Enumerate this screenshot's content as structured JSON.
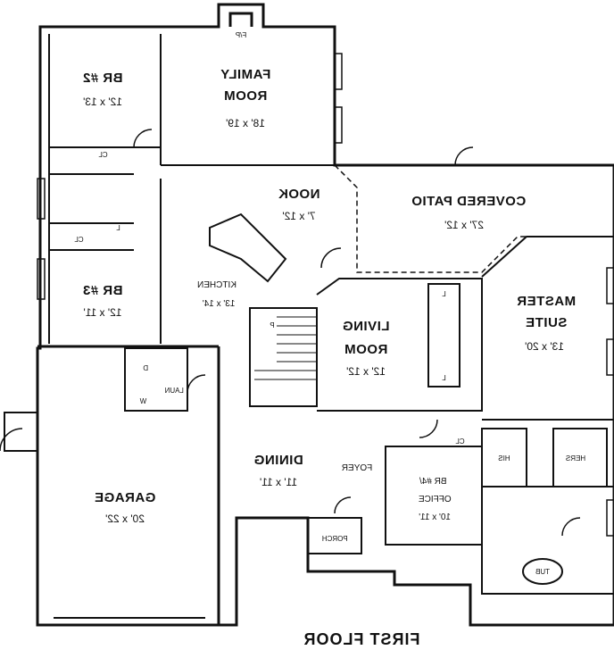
{
  "plan": {
    "title": "FIRST FLOOR",
    "rooms": {
      "br2": {
        "name": "BR #2",
        "dim": "12' x 13'"
      },
      "family": {
        "name1": "FAMILY",
        "name2": "ROOM",
        "dim": "18' x 19'"
      },
      "nook": {
        "name": "NOOK",
        "dim": "7' x 12'"
      },
      "patio": {
        "name": "COVERED PATIO",
        "dim": "27' x 12'"
      },
      "kitchen": {
        "name": "KITCHEN",
        "dim": "13' x 14'"
      },
      "br3": {
        "name": "BR #3",
        "dim": "12' x 11'"
      },
      "living": {
        "name1": "LIVING",
        "name2": "ROOM",
        "dim": "12' x 12'"
      },
      "master": {
        "name1": "MASTER",
        "name2": "SUITE",
        "dim": "13' x 20'"
      },
      "garage": {
        "name": "GARAGE",
        "dim": "20' x 22'"
      },
      "dining": {
        "name": "DINING",
        "dim": "11' x 11'"
      },
      "foyer": {
        "name": "FOYER"
      },
      "office": {
        "name1": "BR #4/",
        "name2": "OFFICE",
        "dim": "10' x 11'"
      },
      "porch": {
        "name": "PORCH"
      }
    },
    "small_labels": {
      "fp": "F/P",
      "cl1": "CL",
      "cl2": "CL",
      "cl3": "CL",
      "l1": "L",
      "l2": "L",
      "l3": "L",
      "p": "P",
      "d": "D",
      "w": "W",
      "laun": "LAUN",
      "his": "HIS",
      "hers": "HERS",
      "tub": "TUB"
    }
  }
}
